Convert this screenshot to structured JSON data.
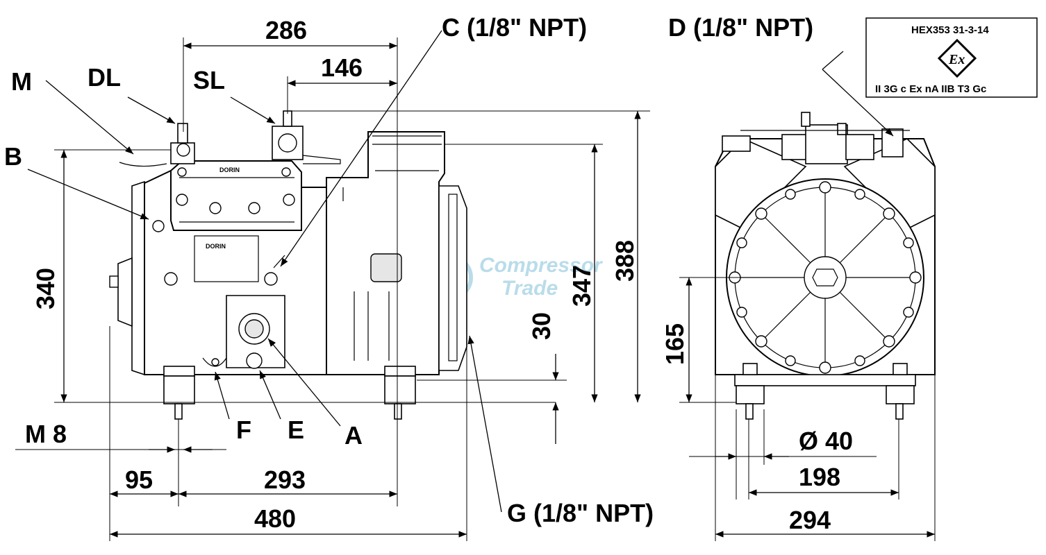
{
  "labels": {
    "M": "M",
    "DL": "DL",
    "SL": "SL",
    "B": "B",
    "C": "C (1/8\" NPT)",
    "D": "D (1/8\" NPT)",
    "F": "F",
    "E": "E",
    "A": "A",
    "G": "G (1/8\" NPT)",
    "M8": "M  8"
  },
  "dimensions": {
    "d286": "286",
    "d146": "146",
    "d340": "340",
    "d347": "347",
    "d388": "388",
    "d30": "30",
    "d165": "165",
    "d95": "95",
    "d293": "293",
    "d480": "480",
    "d40": "Ø  40",
    "d198": "198",
    "d294": "294"
  },
  "certificate": {
    "code": "HEX353 31-3-14",
    "mark": "Ex",
    "marking": "II 3G c Ex nA IIB T3 Gc"
  },
  "brand_plates": {
    "head": "DORIN",
    "body": "DORIN"
  },
  "watermark": {
    "line1": "Compressor",
    "line2": "Trade"
  }
}
